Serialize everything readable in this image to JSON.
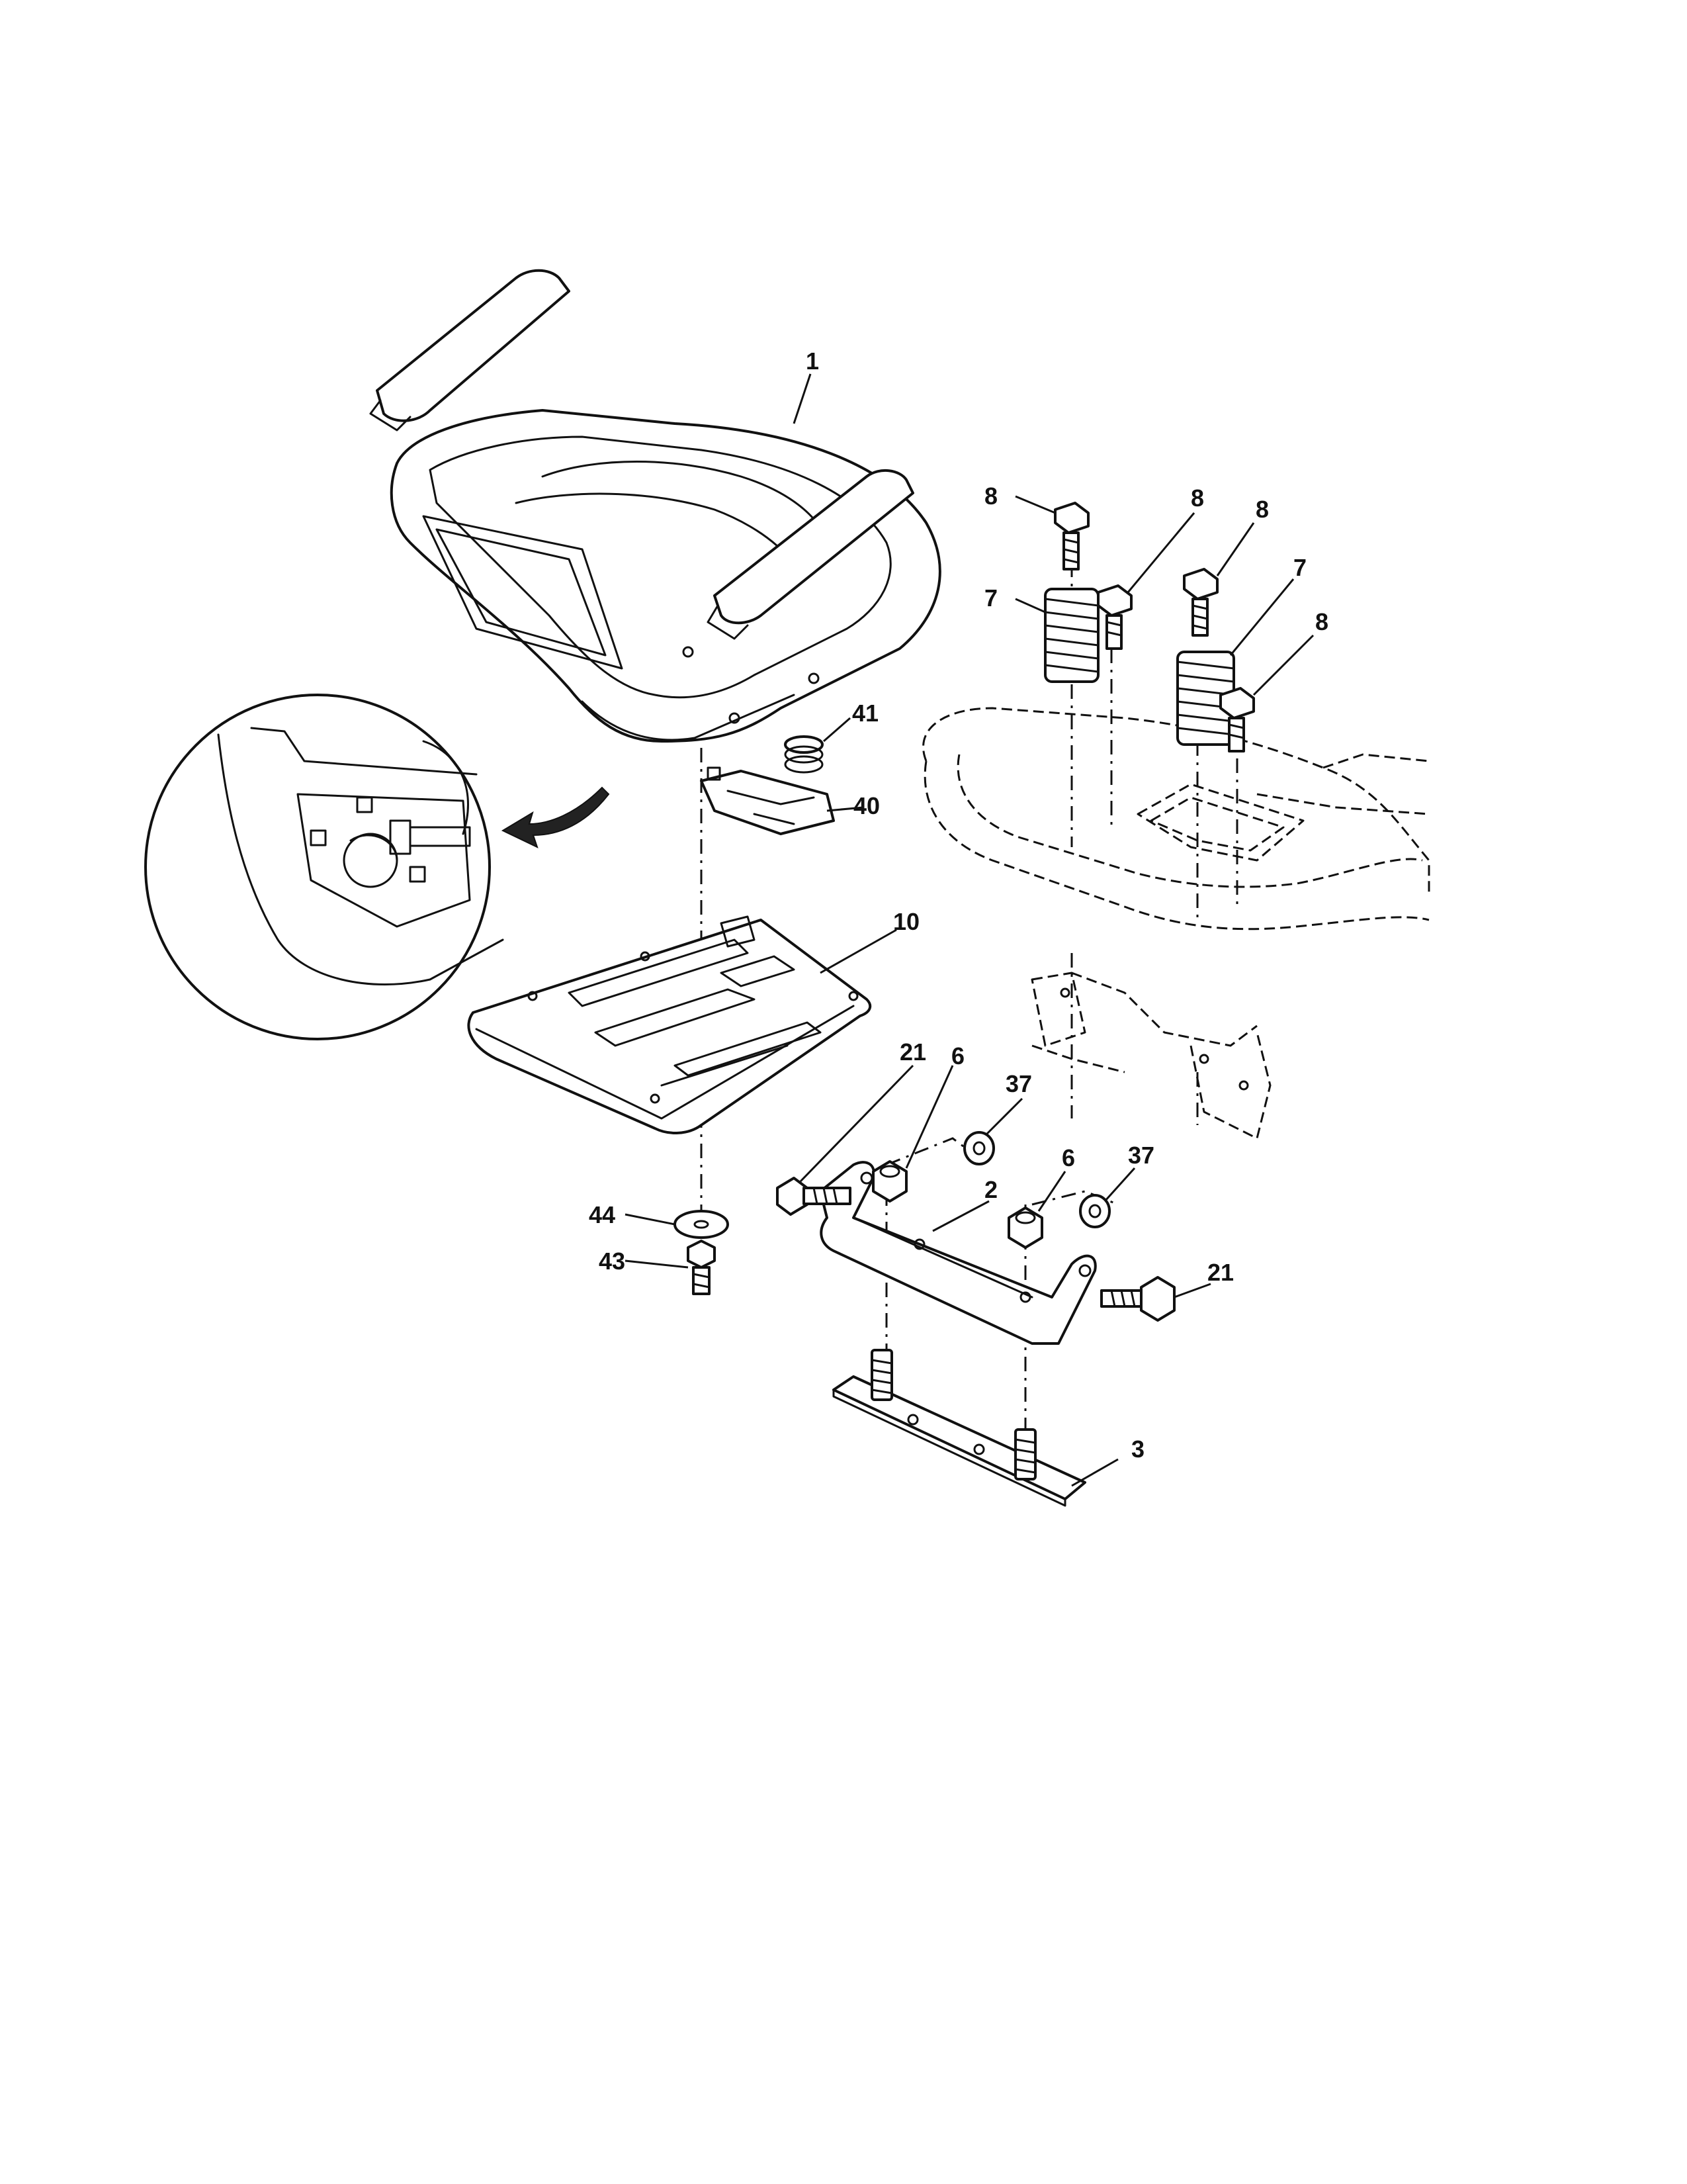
{
  "callouts": [
    {
      "id": "1",
      "text": "1"
    },
    {
      "id": "8a",
      "text": "8"
    },
    {
      "id": "8b",
      "text": "8"
    },
    {
      "id": "8c",
      "text": "8"
    },
    {
      "id": "8d",
      "text": "8"
    },
    {
      "id": "7a",
      "text": "7"
    },
    {
      "id": "7b",
      "text": "7"
    },
    {
      "id": "41",
      "text": "41"
    },
    {
      "id": "40",
      "text": "40"
    },
    {
      "id": "10",
      "text": "10"
    },
    {
      "id": "21a",
      "text": "21"
    },
    {
      "id": "6a",
      "text": "6"
    },
    {
      "id": "37a",
      "text": "37"
    },
    {
      "id": "6b",
      "text": "6"
    },
    {
      "id": "37b",
      "text": "37"
    },
    {
      "id": "2",
      "text": "2"
    },
    {
      "id": "21b",
      "text": "21"
    },
    {
      "id": "44",
      "text": "44"
    },
    {
      "id": "43",
      "text": "43"
    },
    {
      "id": "3",
      "text": "3"
    }
  ]
}
